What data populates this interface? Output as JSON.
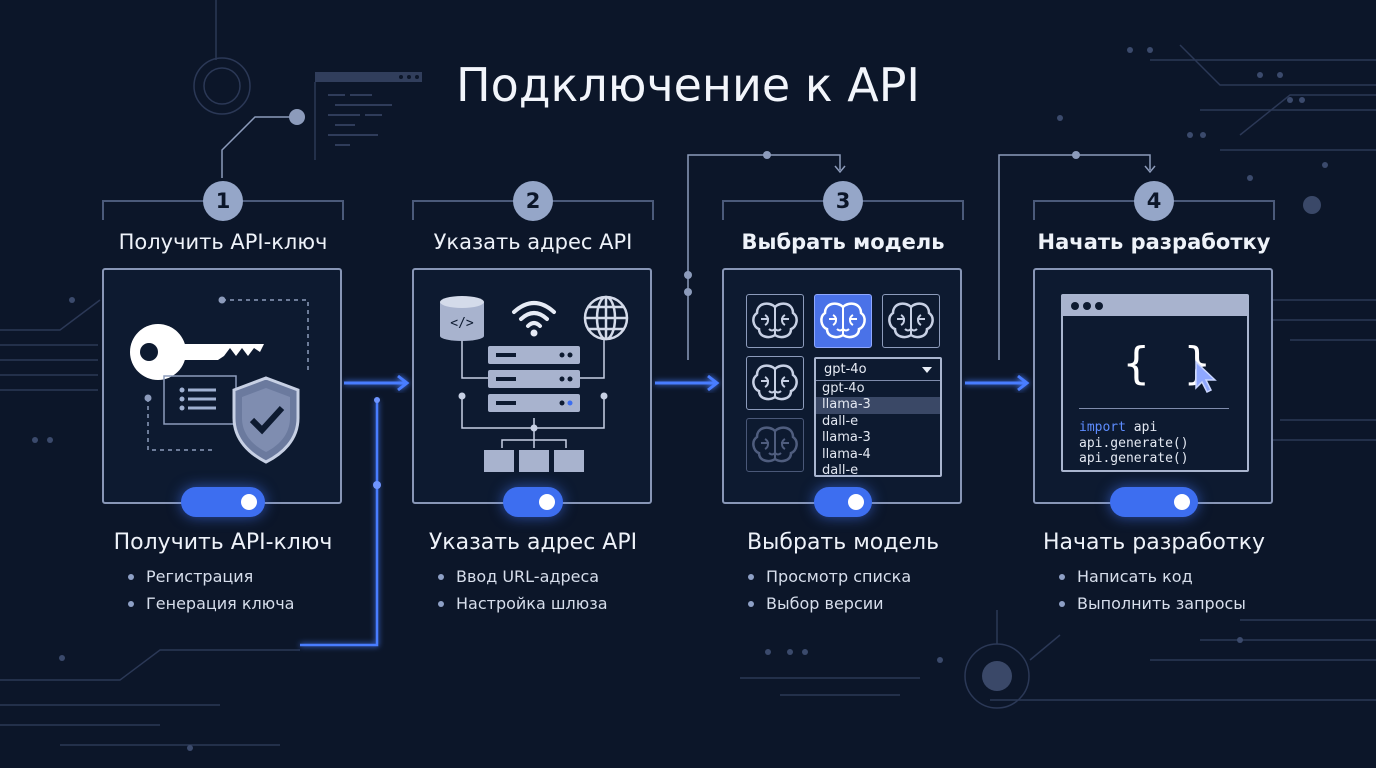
{
  "title": "Подключение к API",
  "colors": {
    "background": "#0c1629",
    "accent": "#3d6ef0",
    "card_border": "#8896b6",
    "badge": "#95a6c8"
  },
  "steps": [
    {
      "number": "1",
      "heading": "Получить API-ключ",
      "subtitle": "Получить API-ключ",
      "bullets": [
        "Регистрация",
        "Генерация ключа"
      ],
      "icons": [
        "key-icon",
        "list-icon",
        "shield-check-icon"
      ]
    },
    {
      "number": "2",
      "heading": "Указать адрес API",
      "subtitle": "Указать адрес API",
      "bullets": [
        "Ввод URL-адреса",
        "Настройка шлюза"
      ],
      "icons": [
        "database-code-icon",
        "wifi-icon",
        "globe-icon",
        "server-icon"
      ]
    },
    {
      "number": "3",
      "heading": "Выбрать модель",
      "subtitle": "Выбрать модель",
      "bullets": [
        "Просмотр списка",
        "Выбор версии"
      ],
      "icons": [
        "brain-icon"
      ],
      "dropdown": {
        "selected": "gpt-4o",
        "options": [
          "gpt-4o",
          "llama-3",
          "dall-e",
          "llama-3",
          "llama-4",
          "dall-e"
        ]
      }
    },
    {
      "number": "4",
      "heading": "Начать разработку",
      "subtitle": "Начать разработку",
      "bullets": [
        "Написать код",
        "Выполнить запросы"
      ],
      "icons": [
        "code-braces-icon",
        "cursor-icon"
      ],
      "code": {
        "braces": "{ }",
        "lines": [
          {
            "kw": "import",
            "rest": " api"
          },
          {
            "kw": "",
            "rest": "api.generate()"
          },
          {
            "kw": "",
            "rest": "api.generate()"
          }
        ]
      }
    }
  ]
}
